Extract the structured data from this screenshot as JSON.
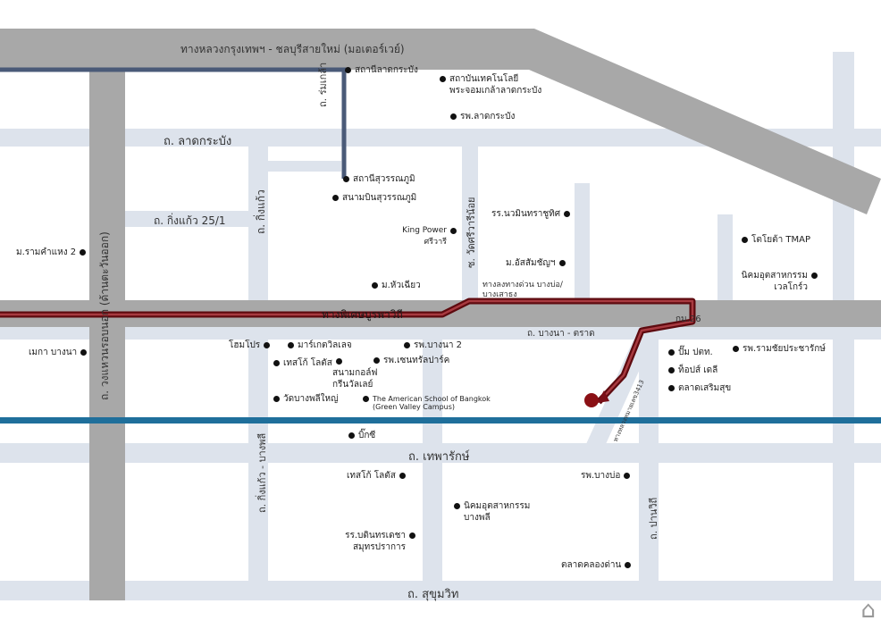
{
  "roads": {
    "motorway": "ทางหลวงกรุงเทพฯ - ชลบุรีสายใหม่ (มอเตอร์เวย์)",
    "latkrabang": "ถ. ลาดกระบัง",
    "romklao": "ถ. ร่มเกล้า",
    "kingkaew": "ถ. กิ่งแก้ว",
    "kingkaew251": "ถ. กิ่งแก้ว 25/1",
    "outerring": "ถ. วงแหวนรอบนอก (ด้านตะวันออก)",
    "watsrivareenoi": "ซ. วัดศรีวารีน้อย",
    "expressway": "ทางพิเศษบูรพาวิถี",
    "bangna_trat": "ถ. บางนา - ตราด",
    "km26": "กม.26",
    "kingkaew_bangplee": "ถ. กิ่งแก้ว - บางพลี",
    "highway3413": "ทางหลวงหมายเลข3413",
    "theparak": "ถ. เทพารักษ์",
    "pranakit": "ถ. ปานวิถี",
    "sukhumvit": "ถ. สุขุมวิท",
    "exit_note": "ทางลงทางด่วน บางบ่อ/บางเสาธง"
  },
  "places": {
    "latkrabang_station": "สถานีลาดกระบัง",
    "kmitl": "สถาบันเทคโนโลยี พระจอมเกล้าลาดกระบัง",
    "latkrabang_hosp": "รพ.ลาดกระบัง",
    "suvarnabhumi_station": "สถานีสุวรรณภูมิ",
    "suvarnabhumi_airport": "สนามบินสุวรรณภูมิ",
    "ramkhamhaeng2": "ม.รามคำแหง 2",
    "kingpower": "King Power ศรีวารี",
    "navamin": "รร.นวมินทราชูทิศ",
    "assumption": "ม.อัสสัมชัญฯ",
    "huachiew": "ม.หัวเฉียว",
    "toyota": "โตโยต้า TMAP",
    "wellgrow": "นิคมอุตสาหกรรม เวลโกร์ว",
    "mega": "เมกา บางนา",
    "homepro": "โฮมโปร",
    "market_village": "มาร์เกตวิลเลจ",
    "bangna2_hosp": "รพ.บางนา 2",
    "tesco1": "เทสโก้ โลตัส",
    "golf": "สนามกอล์ฟ กรีนวัลเลย์",
    "central_park_hosp": "รพ.เซนทรัลปาร์ค",
    "wat_bangplee": "วัดบางพลีใหญ่",
    "american_school": "The American School of Bangkok (Green Valley Campus)",
    "pim": "ปั๊ม ปตท.",
    "tops": "ท็อปส์ เดลี",
    "market_sermsuk": "ตลาดเสริมสุข",
    "rammathibodi": "รพ.รามชัยประชารักษ์",
    "bigc": "บิ๊กซี",
    "tesco2": "เทสโก้ โลตัส",
    "bangbo_hosp": "รพ.บางบ่อ",
    "bangplee_ind": "นิคมอุตสาหกรรม บางพลี",
    "bodindecha": "รร.บดินทรเดชา สมุทรปราการ",
    "khlongdan_market": "ตลาดคลองด่าน"
  },
  "colors": {
    "road": "#dde3ec",
    "major_road": "#a8a8a8",
    "rail": "#1f6f9b",
    "route": "#7a0f17",
    "romklao": "#4a5a78",
    "marker": "#8b1015"
  },
  "icons": {
    "poi": "dot",
    "destination": "destination-marker-icon",
    "watermark": "logo-icon"
  }
}
